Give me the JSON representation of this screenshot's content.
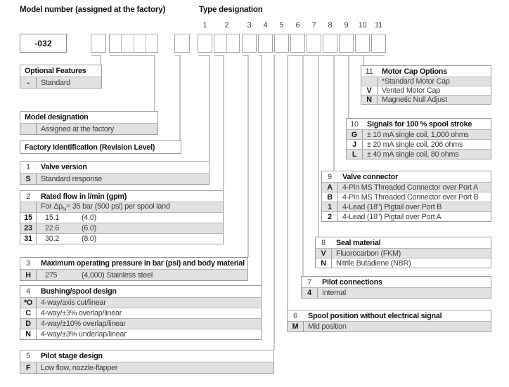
{
  "titles": {
    "model_number": "Model number (assigned at the factory)",
    "type_designation": "Type designation"
  },
  "model_number": {
    "value": "-032"
  },
  "type_positions": [
    "1",
    "2",
    "3",
    "4",
    "5",
    "6",
    "7",
    "8",
    "9",
    "10",
    "11"
  ],
  "colors": {
    "row_gray": "#e1e1e1",
    "border": "#9a9a9a",
    "connector_line": "#b6b6b6"
  },
  "sections": [
    {
      "id": "optional_features",
      "num": "",
      "title": "Optional Features",
      "rows": [
        {
          "key": "-",
          "desc": "Standard",
          "shade": "gray"
        }
      ]
    },
    {
      "id": "model_designation",
      "num": "",
      "title": "Model designation",
      "rows": [
        {
          "key": "",
          "desc": "Assigned at the factory",
          "shade": "gray"
        }
      ]
    },
    {
      "id": "factory_id",
      "num": "",
      "title": "Factory Identification (Revision Level)",
      "rows": []
    },
    {
      "id": "s1",
      "num": "1",
      "title": "Valve version",
      "rows": [
        {
          "key": "S",
          "desc": "Standard response",
          "shade": "gray"
        }
      ]
    },
    {
      "id": "s2",
      "num": "2",
      "title": "Rated flow in l/min (gpm)",
      "subrow": {
        "prefix": "For Δp",
        "sub": "N",
        "suffix": "= 35 bar (500 psi) per spool land",
        "shade": "gray"
      },
      "rows": [
        {
          "key": "15",
          "val": "15.1",
          "desc": "(4.0)",
          "shade": "white"
        },
        {
          "key": "23",
          "val": "22.6",
          "desc": "(6.0)",
          "shade": "gray"
        },
        {
          "key": "31",
          "val": "30.2",
          "desc": "(8.0)",
          "shade": "white"
        }
      ]
    },
    {
      "id": "s3",
      "num": "3",
      "title": "Maximum operating pressure in bar (psi) and body material",
      "rows": [
        {
          "key": "H",
          "val": "275",
          "desc": "(4,000) Stainless steel",
          "shade": "gray"
        }
      ]
    },
    {
      "id": "s4",
      "num": "4",
      "title": "Bushing/spool design",
      "rows": [
        {
          "key": "*O",
          "desc": "4-way/axis cut/linear",
          "shade": "gray"
        },
        {
          "key": "C",
          "desc": "4-way/±3% overlap/linear",
          "shade": "white"
        },
        {
          "key": "D",
          "desc": "4-way/±10% overlap/linear",
          "shade": "gray"
        },
        {
          "key": "N",
          "desc": "4-way/±3% underlap/linear",
          "shade": "white"
        }
      ]
    },
    {
      "id": "s5",
      "num": "5",
      "title": "Pilot stage design",
      "rows": [
        {
          "key": "F",
          "desc": "Low flow, nozzle-flapper",
          "shade": "gray"
        }
      ]
    },
    {
      "id": "s6",
      "num": "6",
      "title": "Spool position without electrical signal",
      "rows": [
        {
          "key": "M",
          "desc": "Mid position",
          "shade": "gray"
        }
      ]
    },
    {
      "id": "s7",
      "num": "7",
      "title": "Pilot connections",
      "rows": [
        {
          "key": "4",
          "desc": "Internal",
          "shade": "gray"
        }
      ]
    },
    {
      "id": "s8",
      "num": "8",
      "title": "Seal material",
      "rows": [
        {
          "key": "V",
          "desc": "Fluorocarbon (FKM)",
          "shade": "gray"
        },
        {
          "key": "N",
          "desc": "Nitrile Butadiene (NBR)",
          "shade": "white"
        }
      ]
    },
    {
      "id": "s9",
      "num": "9",
      "title": "Valve connector",
      "rows": [
        {
          "key": "A",
          "desc": "4-Pin MS Threaded Connector over Port A",
          "shade": "gray"
        },
        {
          "key": "B",
          "desc": "4-Pin MS Threaded Connector over Port B",
          "shade": "white"
        },
        {
          "key": "1",
          "desc": "4-Lead (18\") Pigtail over Port B",
          "shade": "gray"
        },
        {
          "key": "2",
          "desc": "4-Lead (18\") Pigtail over Port A",
          "shade": "white"
        }
      ]
    },
    {
      "id": "s10",
      "num": "10",
      "title": "Signals for 100 % spool stroke",
      "rows": [
        {
          "key": "G",
          "desc": "± 10 mA single coil, 1,000 ohms",
          "shade": "gray"
        },
        {
          "key": "J",
          "desc": "± 20 mA single coil, 206 ohms",
          "shade": "white"
        },
        {
          "key": "L",
          "desc": "± 40 mA single coil, 80 ohms",
          "shade": "gray"
        }
      ]
    },
    {
      "id": "s11",
      "num": "11",
      "title": "Motor Cap Options",
      "rows": [
        {
          "key": "",
          "desc": "*Standard Motor Cap",
          "shade": "gray"
        },
        {
          "key": "V",
          "desc": "Vented Motor Cap",
          "shade": "white"
        },
        {
          "key": "N",
          "desc": "Magnetic Null Adjust",
          "shade": "gray"
        }
      ]
    }
  ]
}
